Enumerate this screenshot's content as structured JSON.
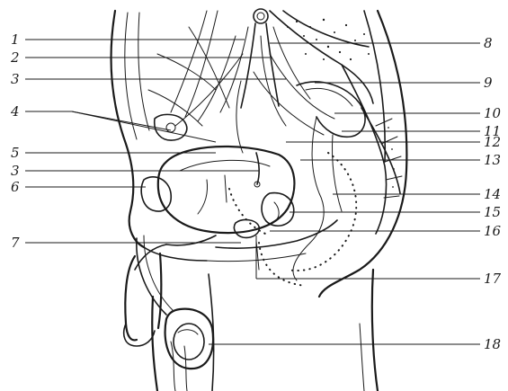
{
  "labels_left": [
    "1",
    "2",
    "3",
    "4",
    "5",
    "3",
    "6",
    "7"
  ],
  "labels_right": [
    "8",
    "9",
    "10",
    "11",
    "12",
    "13",
    "14",
    "15",
    "16",
    "17",
    "18"
  ],
  "colors": {
    "ink": "#1a1a1a",
    "paper": "#ffffff"
  }
}
